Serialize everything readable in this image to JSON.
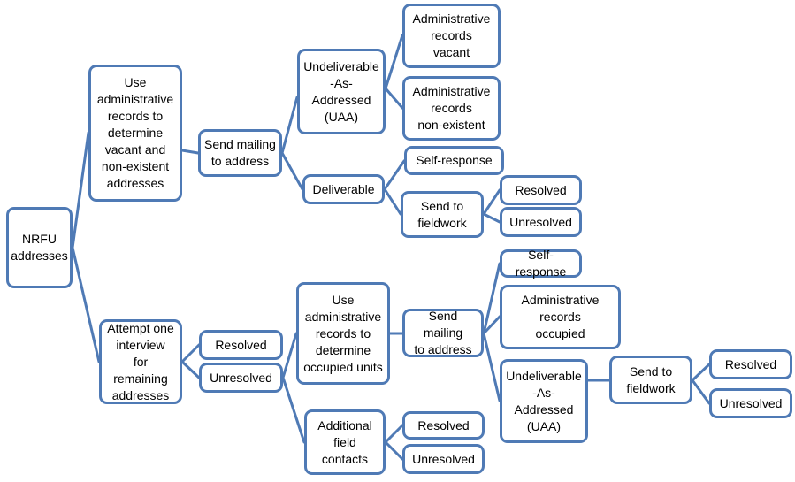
{
  "colors": {
    "stroke": "#4f7ab5",
    "fill": "#ffffff",
    "text": "#000000"
  },
  "nodes": {
    "nrfu": "NRFU\naddresses",
    "admin_vacant_nonexistent": "Use\nadministrative\nrecords to\ndetermine\nvacant and\nnon-existent\naddresses",
    "send_mailing_top": "Send mailing\nto address",
    "uaa_top": "Undeliverable\n-As-\nAddressed\n(UAA)",
    "admin_vacant": "Administrative\nrecords\nvacant",
    "admin_nonexistent": "Administrative\nrecords\nnon-existent",
    "deliverable": "Deliverable",
    "self_response_top": "Self-response",
    "send_fieldwork_top": "Send to\nfieldwork",
    "resolved_top": "Resolved",
    "unresolved_top": "Unresolved",
    "attempt_interview": "Attempt one\ninterview\nfor\nremaining\naddresses",
    "resolved_interview": "Resolved",
    "unresolved_interview": "Unresolved",
    "admin_occupied_units": "Use\nadministrative\nrecords to\ndetermine\noccupied units",
    "send_mailing_bottom": "Send mailing\nto address",
    "self_response_bottom": "Self-response",
    "admin_occupied": "Administrative\nrecords\noccupied",
    "uaa_bottom": "Undeliverable\n-As-\nAddressed\n(UAA)",
    "send_fieldwork_bottom": "Send to\nfieldwork",
    "resolved_bottom": "Resolved",
    "unresolved_bottom": "Unresolved",
    "additional_field": "Additional\nfield\ncontacts",
    "resolved_field": "Resolved",
    "unresolved_field": "Unresolved"
  }
}
